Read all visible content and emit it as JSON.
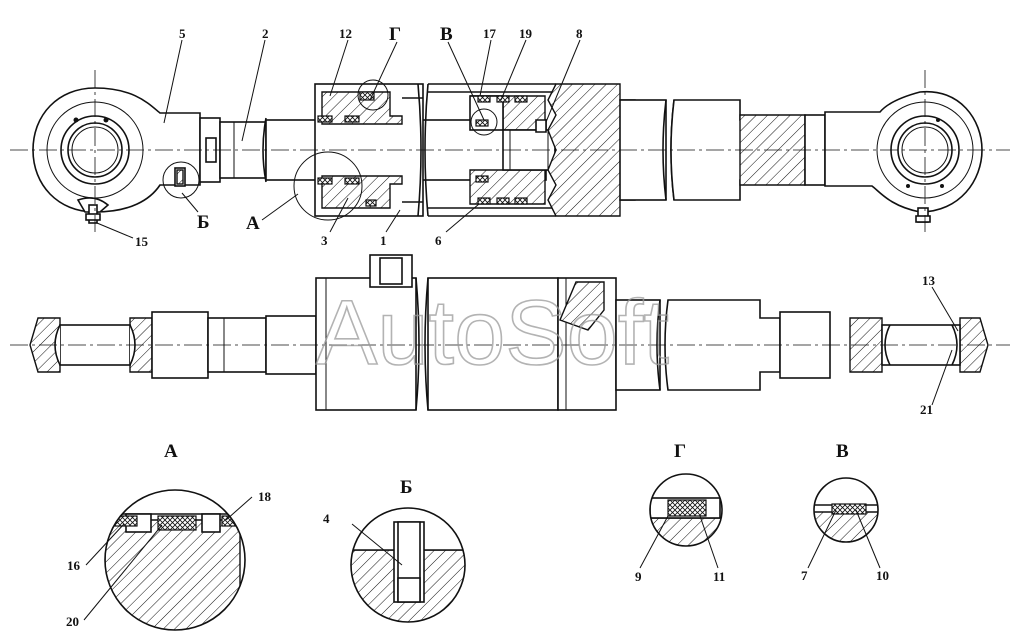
{
  "watermark": "AutoSoft",
  "callouts": {
    "c1": "1",
    "c2": "2",
    "c3": "3",
    "c4": "4",
    "c5": "5",
    "c6": "6",
    "c7": "7",
    "c8": "8",
    "c9": "9",
    "c10": "10",
    "c11": "11",
    "c12": "12",
    "c13": "13",
    "c15": "15",
    "c16": "16",
    "c17": "17",
    "c18": "18",
    "c19": "19",
    "c20": "20",
    "c21": "21"
  },
  "view_letters": {
    "a": "А",
    "b": "Б",
    "v": "В",
    "g": "Г"
  },
  "detail_titles": {
    "a": "А",
    "b": "Б",
    "g": "Г",
    "v": "В"
  }
}
